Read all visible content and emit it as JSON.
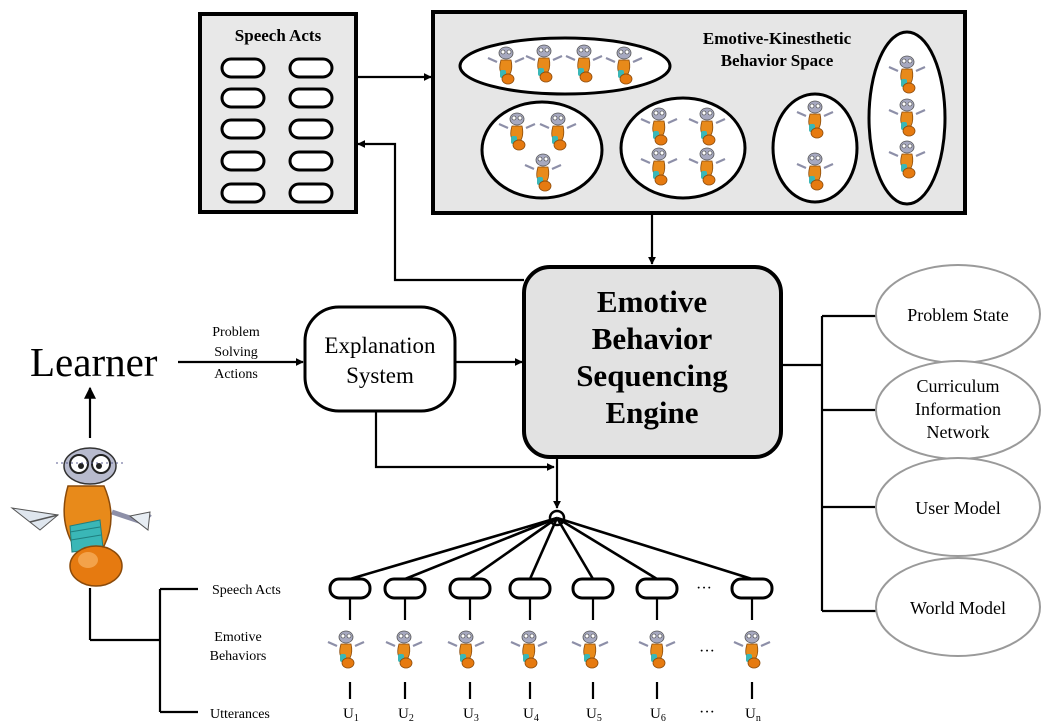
{
  "speech_acts_panel": {
    "title": "Speech Acts"
  },
  "behavior_space": {
    "title_line1": "Emotive-Kinesthetic",
    "title_line2": "Behavior Space"
  },
  "engine": {
    "line1": "Emotive",
    "line2": "Behavior",
    "line3": "Sequencing",
    "line4": "Engine"
  },
  "explanation": {
    "line1": "Explanation",
    "line2": "System"
  },
  "learner": {
    "label": "Learner"
  },
  "actions_label": {
    "line1": "Problem",
    "line2": "Solving",
    "line3": "Actions"
  },
  "knowledge": [
    {
      "lines": [
        "Problem State"
      ]
    },
    {
      "lines": [
        "Curriculum",
        "Information",
        "Network"
      ]
    },
    {
      "lines": [
        "User Model"
      ]
    },
    {
      "lines": [
        "World Model"
      ]
    }
  ],
  "sequence": {
    "speech_acts_label": "Speech Acts",
    "emotive_label_line1": "Emotive",
    "emotive_label_line2": "Behaviors",
    "utterances_label": "Utterances",
    "ellipsis": "···",
    "utterances": [
      {
        "base": "U",
        "sub": "1"
      },
      {
        "base": "U",
        "sub": "2"
      },
      {
        "base": "U",
        "sub": "3"
      },
      {
        "base": "U",
        "sub": "4"
      },
      {
        "base": "U",
        "sub": "5"
      },
      {
        "base": "U",
        "sub": "6"
      },
      {
        "base": "U",
        "sub": "n"
      }
    ]
  },
  "colors": {
    "panel_fill": "#e8e8e8",
    "engine_fill": "#e2e2e2",
    "agent_orange": "#e88a1a",
    "agent_teal": "#3ab7b7",
    "agent_gray": "#8d8fa8"
  }
}
